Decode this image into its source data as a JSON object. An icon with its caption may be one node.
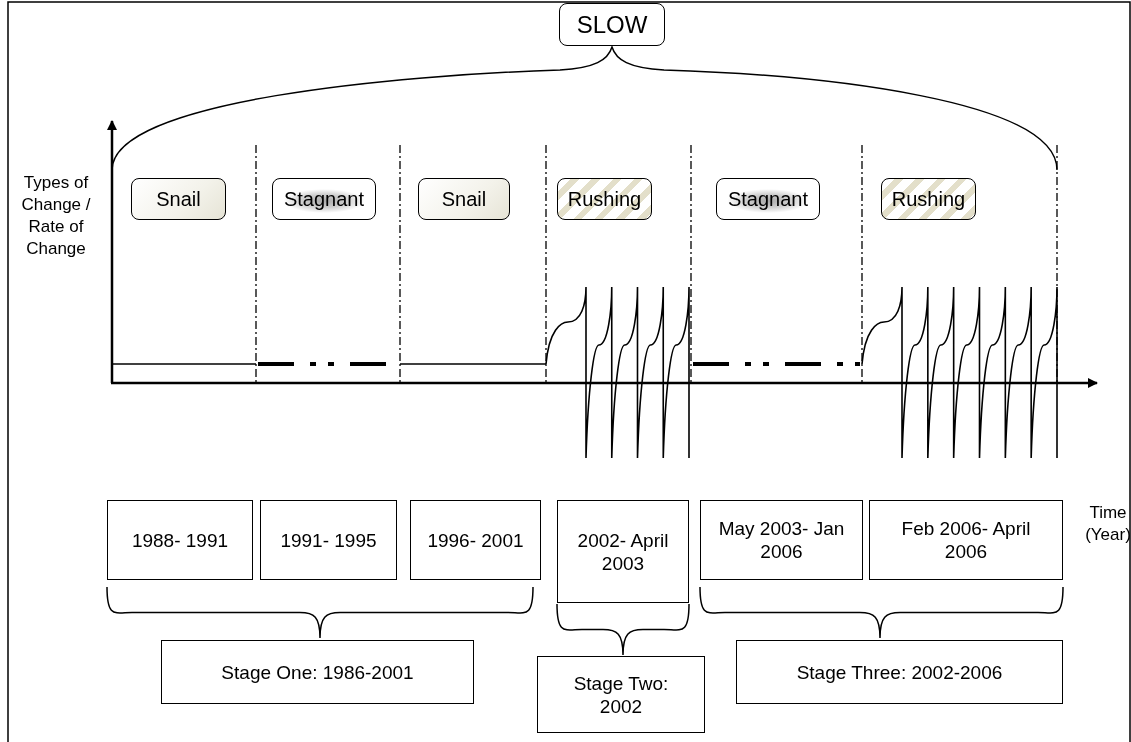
{
  "diagram": {
    "nodes": [
      {
        "text": [
          "SLOW"
        ]
      },
      {
        "text": [
          "Snail"
        ]
      },
      {
        "text": [
          "Stagnant"
        ]
      },
      {
        "text": [
          "Snail"
        ]
      },
      {
        "text": [
          "Rushing"
        ]
      },
      {
        "text": [
          "Stagnant"
        ]
      },
      {
        "text": [
          "Rushing"
        ]
      },
      {
        "text": [
          "1988- 1991"
        ]
      },
      {
        "text": [
          "1991- 1995"
        ]
      },
      {
        "text": [
          "1996- 2001"
        ]
      },
      {
        "text": [
          "2002- April 2003"
        ]
      },
      {
        "text": [
          "May 2003- Jan 2006"
        ]
      },
      {
        "text": [
          "Feb 2006- April 2006"
        ]
      },
      {
        "text": [
          "Stage One: 1986-2001"
        ]
      },
      {
        "text": [
          "Stage Two: 2002"
        ]
      },
      {
        "text": [
          "Stage Three: 2002-2006"
        ]
      }
    ],
    "labels": [
      "Types of Change / Rate of Change",
      "Time (Year)"
    ]
  }
}
